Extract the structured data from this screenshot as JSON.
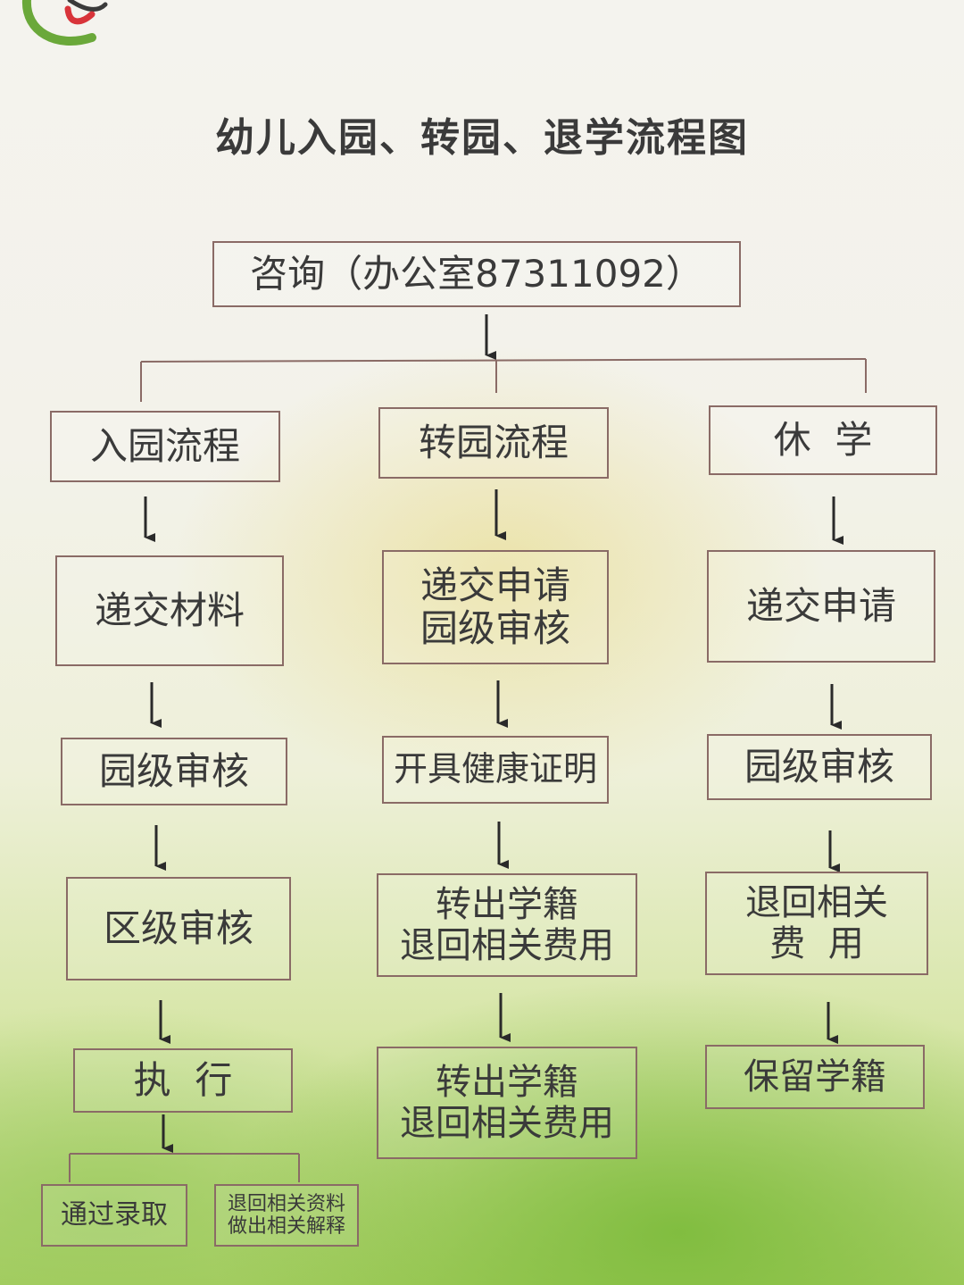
{
  "title": "幼儿入园、转园、退学流程图",
  "consult": "咨询（办公室87311092）",
  "branches": {
    "admission": {
      "header": "入园流程",
      "steps": [
        "递交材料",
        "园级审核",
        "区级审核",
        "执  行"
      ],
      "outcomes": [
        "通过录取",
        "退回相关资料\n做出相关解释"
      ]
    },
    "transfer": {
      "header": "转园流程",
      "steps": [
        "递交申请\n园级审核",
        "开具健康证明",
        "转出学籍\n退回相关费用",
        "转出学籍\n退回相关费用"
      ]
    },
    "suspend": {
      "header": "休  学",
      "steps": [
        "递交申请",
        "园级审核",
        "退回相关\n费  用",
        "保留学籍"
      ]
    }
  },
  "colors": {
    "box_border": "#8a6b66",
    "line": "#3a3a3a",
    "arrow": "#2a2a2a"
  }
}
